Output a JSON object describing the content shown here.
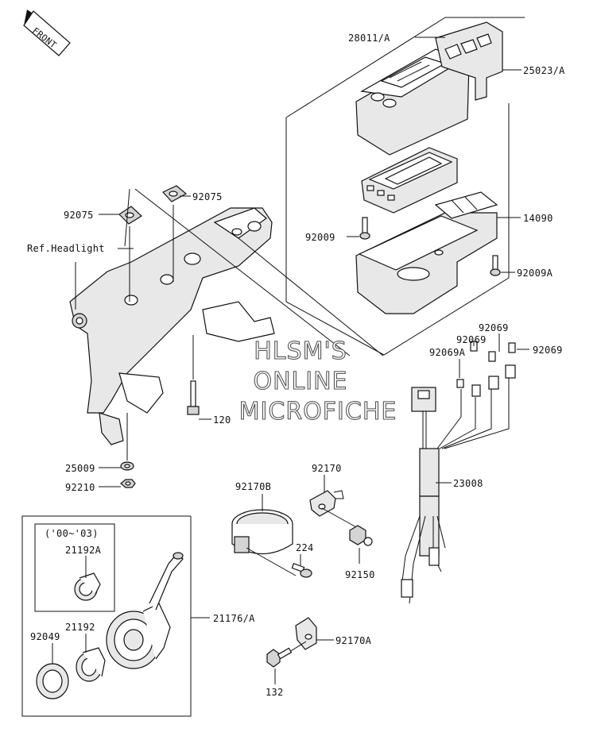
{
  "watermark": {
    "line1": "HLSM'S",
    "line2": "ONLINE",
    "line3": "MICROFICHE"
  },
  "front_label": "FRONT",
  "ref_headlight": "Ref.Headlight",
  "years_label": "('00~'03)",
  "parts": {
    "p28011A": "28011/A",
    "p25023A": "25023/A",
    "p92075_right": "92075",
    "p92075_left": "92075",
    "p14090": "14090",
    "p92009": "92009",
    "p92009A": "92009A",
    "p92069_a": "92069",
    "p92069_b": "92069",
    "p92069_c": "92069",
    "p92069A": "92069A",
    "p120": "120",
    "p25009": "25009",
    "p92210": "92210",
    "p92170": "92170",
    "p92170B": "92170B",
    "p23008": "23008",
    "p224": "224",
    "p92150": "92150",
    "p21192A": "21192A",
    "p21192": "21192",
    "p92049": "92049",
    "p21176A": "21176/A",
    "p92170A": "92170A",
    "p132": "132"
  }
}
